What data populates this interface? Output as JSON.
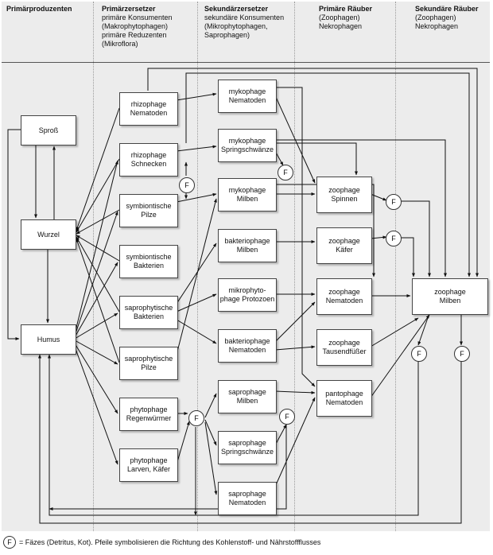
{
  "columns": [
    {
      "title": "Primärproduzenten",
      "sub": ""
    },
    {
      "title": "Primärzersetzer",
      "sub": "primäre Konsumenten\n(Makrophytophagen)\nprimäre Reduzenten\n(Mikroflora)"
    },
    {
      "title": "Sekundärzersetzer",
      "sub": "sekundäre Konsumenten\n(Mikrophytophagen,\nSaprophagen)"
    },
    {
      "title": "Primäre Räuber",
      "sub": "(Zoophagen)\nNekrophagen"
    },
    {
      "title": "Sekundäre Räuber",
      "sub": "(Zoophagen)\nNekrophagen"
    }
  ],
  "boxes": [
    {
      "id": "spross",
      "label": "Sproß"
    },
    {
      "id": "wurzel",
      "label": "Wurzel"
    },
    {
      "id": "humus",
      "label": "Humus"
    },
    {
      "id": "rhizo_nema",
      "label": "rhizophage\nNematoden"
    },
    {
      "id": "rhizo_schn",
      "label": "rhizophage\nSchnecken"
    },
    {
      "id": "symb_pilze",
      "label": "symbiontische\nPilze"
    },
    {
      "id": "symb_bakt",
      "label": "symbiontische\nBakterien"
    },
    {
      "id": "sapr_bakt",
      "label": "saprophytische\nBakterien"
    },
    {
      "id": "sapr_pilze",
      "label": "saprophytische\nPilze"
    },
    {
      "id": "phyto_regen",
      "label": "phytophage\nRegenwürmer"
    },
    {
      "id": "phyto_larven",
      "label": "phytophage\nLarven, Käfer"
    },
    {
      "id": "myko_nema",
      "label": "mykophage\nNematoden"
    },
    {
      "id": "myko_spring",
      "label": "mykophage\nSpringschwänze"
    },
    {
      "id": "myko_milben",
      "label": "mykophage\nMilben"
    },
    {
      "id": "bakt_milben",
      "label": "bakteriophage\nMilben"
    },
    {
      "id": "mikro_proto",
      "label": "mikrophyto-\nphage Protozoen"
    },
    {
      "id": "bakt_nema",
      "label": "bakteriophage\nNematoden"
    },
    {
      "id": "sapro_milben",
      "label": "saprophage\nMilben"
    },
    {
      "id": "sapro_spring",
      "label": "saprophage\nSpringschwänze"
    },
    {
      "id": "sapro_nema",
      "label": "saprophage\nNematoden"
    },
    {
      "id": "zoo_spinnen",
      "label": "zoophage\nSpinnen"
    },
    {
      "id": "zoo_kaefer",
      "label": "zoophage\nKäfer"
    },
    {
      "id": "zoo_nema",
      "label": "zoophage\nNematoden"
    },
    {
      "id": "zoo_tausend",
      "label": "zoophage\nTausendfüßer"
    },
    {
      "id": "panto_nema",
      "label": "pantophage\nNematoden"
    },
    {
      "id": "zoo_milben",
      "label": "zoophage\nMilben"
    }
  ],
  "f_symbol": "F",
  "legend": {
    "symbol": "F",
    "text": "= Fäzes (Detritus, Kot). Pfeile symbolisieren die Richtung des Kohlenstoff- und Nährstoffflusses"
  }
}
